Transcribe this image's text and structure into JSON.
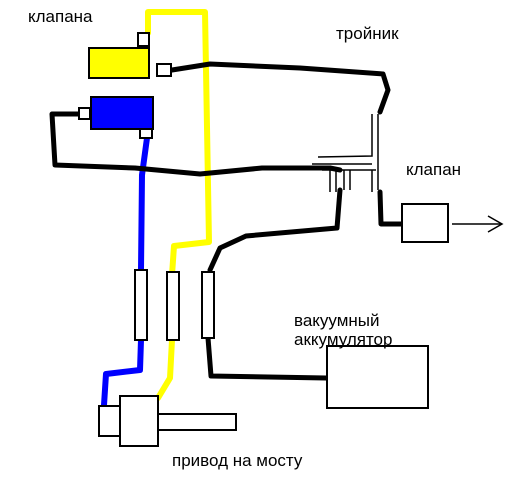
{
  "labels": {
    "valves": "клапана",
    "tee": "тройник",
    "valve": "клапан",
    "accumulator_line1": "вакуумный",
    "accumulator_line2": "аккумулятор",
    "drive": "привод на мосту"
  },
  "colors": {
    "yellow": "#ffff00",
    "blue": "#0000ff",
    "black": "#000000",
    "white": "#ffffff"
  }
}
